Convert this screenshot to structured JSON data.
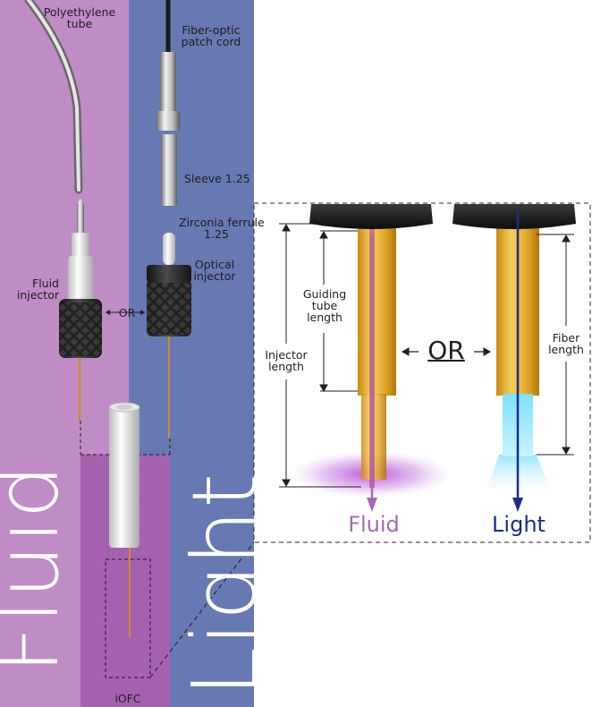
{
  "labels": {
    "polyethylene_tube": [
      "Polyethylene",
      "tube"
    ],
    "fiber_patch_cord": [
      "Fiber-optic",
      "patch cord"
    ],
    "sleeve": "Sleeve 1.25",
    "zirconia_ferrule": [
      "Zirconia ferrule",
      "1.25"
    ],
    "fluid_injector": [
      "Fluid",
      "injector"
    ],
    "optical_injector": [
      "Optical",
      "injector"
    ],
    "or_small": "OR",
    "iofc": "iOFC",
    "side_fluid": "Fluid",
    "side_light": "Light"
  },
  "inset": {
    "guiding_tube_length": [
      "Guiding",
      "tube",
      "length"
    ],
    "injector_length": [
      "Injector",
      "length"
    ],
    "fiber_length": [
      "Fiber",
      "length"
    ],
    "or_big": "OR",
    "fluid_output": "Fluid",
    "light_output": "Light"
  },
  "colors": {
    "fluid_panel": "#bf8cc6",
    "light_panel": "#6779b2",
    "iofc_panel": "#a462ae",
    "fluid_arrow": "#a868b5",
    "light_arrow": "#1a2d8a"
  }
}
